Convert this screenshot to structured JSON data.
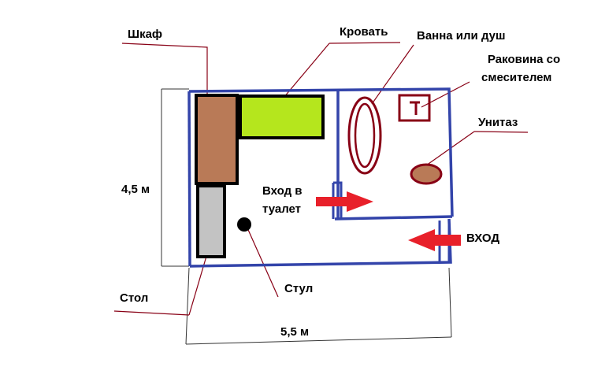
{
  "labels": {
    "wardrobe": "Шкаф",
    "bed": "Кровать",
    "bath": "Ванна или душ",
    "sink_line1": "Раковина со",
    "sink_line2": "смесителем",
    "toilet": "Унитаз",
    "height_dim": "4,5 м",
    "toilet_entry_line1": "Вход в",
    "toilet_entry_line2": "туалет",
    "entrance": "ВХОД",
    "table": "Стол",
    "chair": "Стул",
    "width_dim": "5,5 м"
  },
  "colors": {
    "wall": "#3344aa",
    "wardrobe": "#b97a57",
    "bed": "#b5e61d",
    "table": "#c3c3c3",
    "bathtub": "#880015",
    "toilet": "#b97a57",
    "arrow": "#e8202a",
    "leader": "#880015"
  }
}
